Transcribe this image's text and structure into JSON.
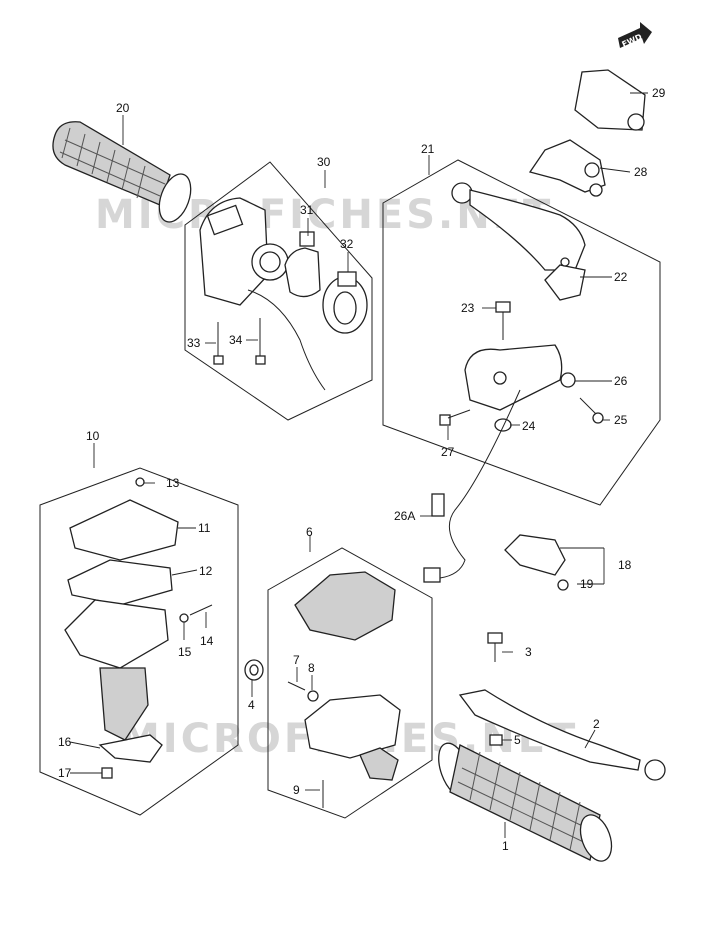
{
  "watermarks": [
    "MICROFICHES.NET",
    "MICROFICHES.NET"
  ],
  "fwd_indicator": {
    "label": "FWD"
  },
  "callouts": [
    {
      "id": "1",
      "label": "1"
    },
    {
      "id": "2",
      "label": "2"
    },
    {
      "id": "3",
      "label": "3"
    },
    {
      "id": "4",
      "label": "4"
    },
    {
      "id": "5",
      "label": "5"
    },
    {
      "id": "6",
      "label": "6"
    },
    {
      "id": "7",
      "label": "7"
    },
    {
      "id": "8",
      "label": "8"
    },
    {
      "id": "9",
      "label": "9"
    },
    {
      "id": "10",
      "label": "10"
    },
    {
      "id": "11",
      "label": "11"
    },
    {
      "id": "12",
      "label": "12"
    },
    {
      "id": "13",
      "label": "13"
    },
    {
      "id": "14",
      "label": "14"
    },
    {
      "id": "15",
      "label": "15"
    },
    {
      "id": "16",
      "label": "16"
    },
    {
      "id": "17",
      "label": "17"
    },
    {
      "id": "18",
      "label": "18"
    },
    {
      "id": "19",
      "label": "19"
    },
    {
      "id": "20",
      "label": "20"
    },
    {
      "id": "21",
      "label": "21"
    },
    {
      "id": "22",
      "label": "22"
    },
    {
      "id": "23",
      "label": "23"
    },
    {
      "id": "24",
      "label": "24"
    },
    {
      "id": "25",
      "label": "25"
    },
    {
      "id": "26",
      "label": "26"
    },
    {
      "id": "26A",
      "label": "26A"
    },
    {
      "id": "27",
      "label": "27"
    },
    {
      "id": "28",
      "label": "28"
    },
    {
      "id": "29",
      "label": "29"
    },
    {
      "id": "30",
      "label": "30"
    },
    {
      "id": "31",
      "label": "31"
    },
    {
      "id": "32",
      "label": "32"
    },
    {
      "id": "33",
      "label": "33"
    },
    {
      "id": "34",
      "label": "34"
    }
  ]
}
